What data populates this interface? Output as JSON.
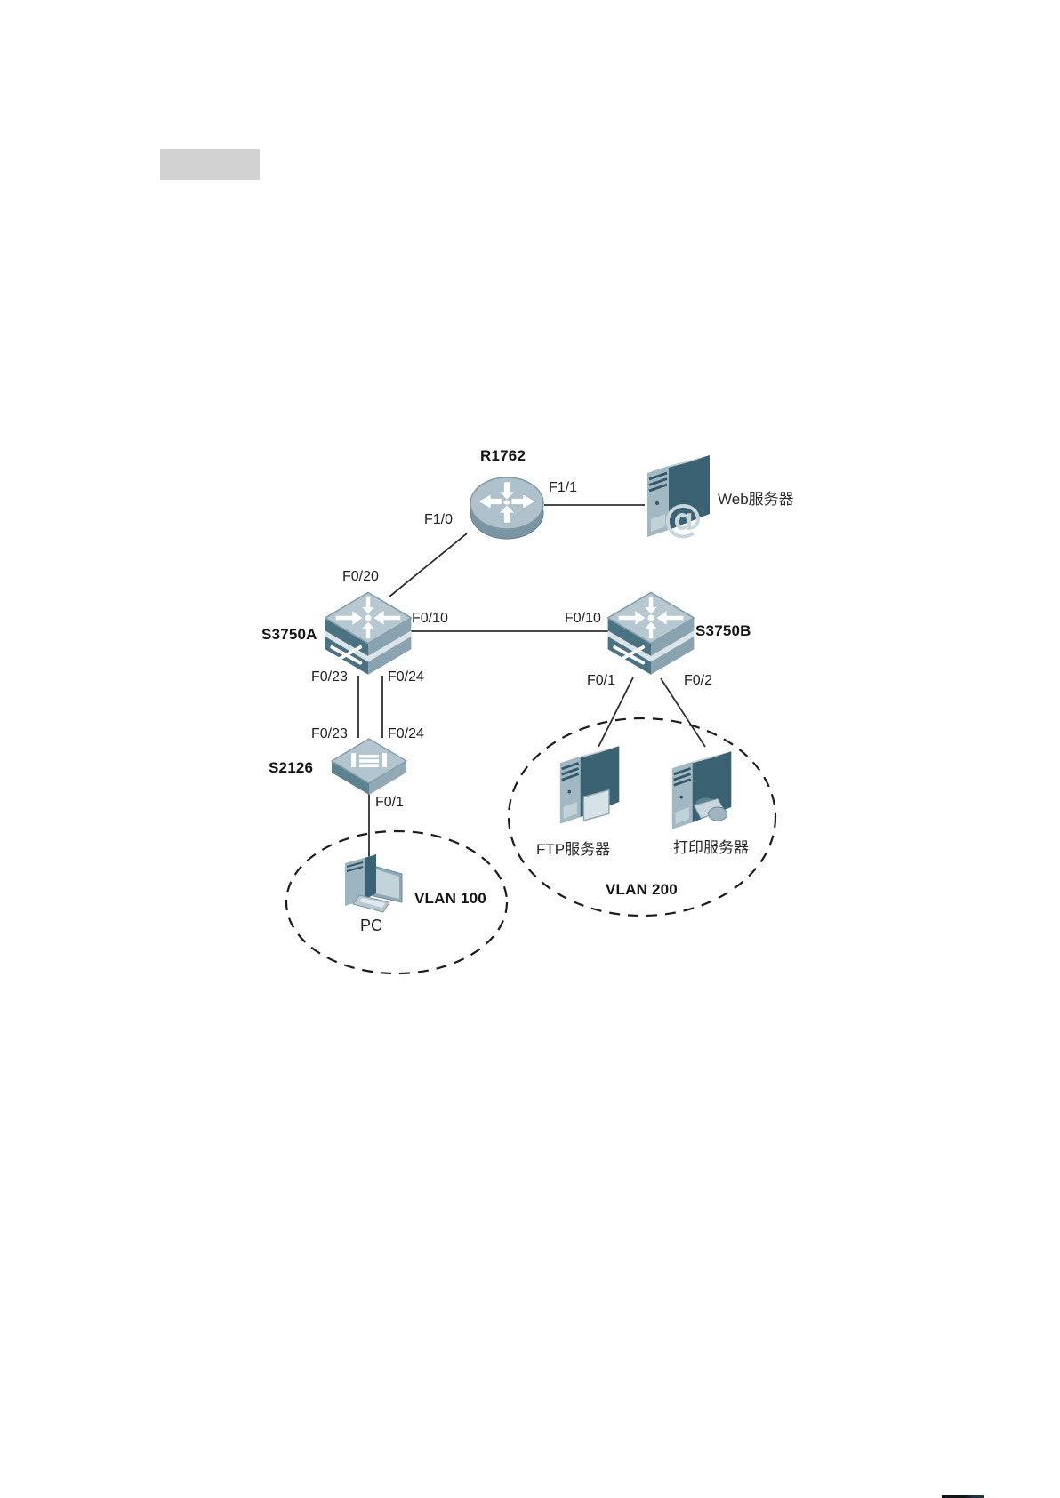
{
  "figure": {
    "type": "network-topology-diagram",
    "redacted_heading_block": true
  },
  "labels": {
    "router": "R1762",
    "web_server": "Web服务器",
    "switch_a": "S3750A",
    "switch_b": "S3750B",
    "switch_c": "S2126",
    "pc": "PC",
    "ftp_server": "FTP服务器",
    "print_server": "打印服务器"
  },
  "vlans": {
    "vlan100": "VLAN 100",
    "vlan200": "VLAN 200"
  },
  "ports": {
    "router_to_web": "F1/1",
    "router_to_switch_a": "F1/0",
    "switch_a_to_router": "F0/20",
    "switch_a_to_switch_b": "F0/10",
    "switch_b_to_switch_a": "F0/10",
    "switch_a_down_23": "F0/23",
    "switch_a_down_24": "F0/24",
    "switch_c_up_23": "F0/23",
    "switch_c_up_24": "F0/24",
    "switch_c_to_pc": "F0/1",
    "switch_b_to_ftp": "F0/1",
    "switch_b_to_print": "F0/2"
  },
  "icons": {
    "web_at_glyph": "@"
  },
  "topology": {
    "links": [
      {
        "from": "R1762",
        "from_port": "F1/1",
        "to": "Web服务器",
        "to_port": ""
      },
      {
        "from": "R1762",
        "from_port": "F1/0",
        "to": "S3750A",
        "to_port": "F0/20"
      },
      {
        "from": "S3750A",
        "from_port": "F0/10",
        "to": "S3750B",
        "to_port": "F0/10"
      },
      {
        "from": "S3750A",
        "from_port": "F0/23",
        "to": "S2126",
        "to_port": "F0/23"
      },
      {
        "from": "S3750A",
        "from_port": "F0/24",
        "to": "S2126",
        "to_port": "F0/24"
      },
      {
        "from": "S2126",
        "from_port": "F0/1",
        "to": "PC",
        "to_port": ""
      },
      {
        "from": "S3750B",
        "from_port": "F0/1",
        "to": "FTP服务器",
        "to_port": ""
      },
      {
        "from": "S3750B",
        "from_port": "F0/2",
        "to": "打印服务器",
        "to_port": ""
      }
    ],
    "groups": [
      {
        "vlan": "VLAN 100",
        "members": [
          "PC"
        ]
      },
      {
        "vlan": "VLAN 200",
        "members": [
          "FTP服务器",
          "打印服务器"
        ]
      }
    ]
  },
  "colors": {
    "device_top_face": "#b7c8d1",
    "device_front_dark": "#3a6272",
    "device_side_mid": "#8aa3b0",
    "link_line": "#2f2f2f",
    "vlan_dash": "#1c1c1c",
    "redacted_block": "#d2d2d2"
  }
}
